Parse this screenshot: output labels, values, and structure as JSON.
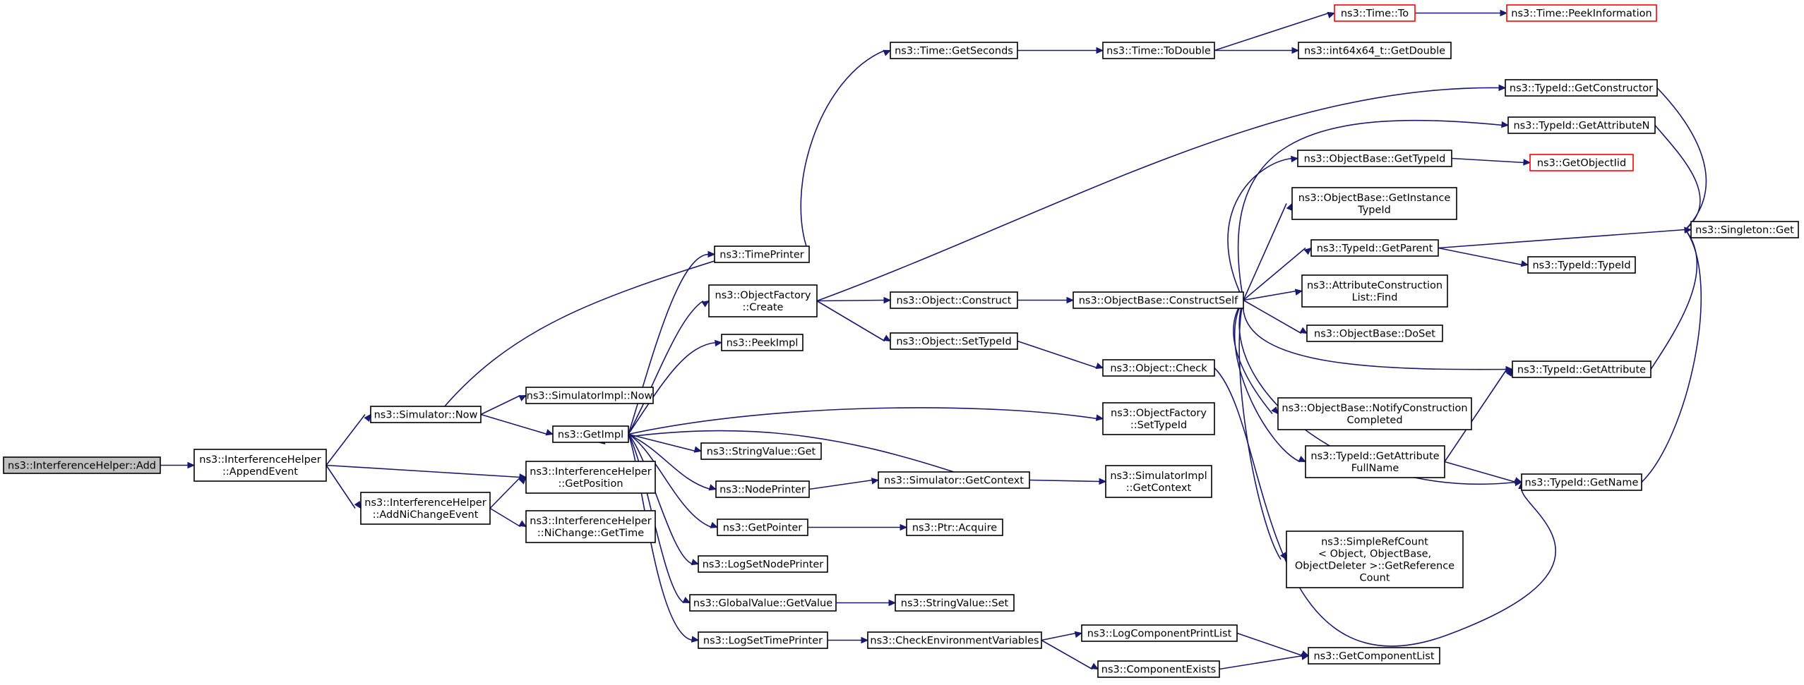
{
  "diagram": {
    "title": "",
    "colors": {
      "edge": "#191970",
      "node_border": "#000000",
      "truncated_border": "#ff0000",
      "root_fill": "#bfbfbf"
    },
    "nodes": {
      "n_add": [
        "ns3::InterferenceHelper::Add"
      ],
      "n_appendevent": [
        "ns3::InterferenceHelper",
        "::AppendEvent"
      ],
      "n_simnow": [
        "ns3::Simulator::Now"
      ],
      "n_getposition": [
        "ns3::InterferenceHelper",
        "::GetPosition"
      ],
      "n_addnichange": [
        "ns3::InterferenceHelper",
        "::AddNiChangeEvent"
      ],
      "n_nichangegettime": [
        "ns3::InterferenceHelper",
        "::NiChange::GetTime"
      ],
      "n_timeprinter": [
        "ns3::TimePrinter"
      ],
      "n_simimplnow": [
        "ns3::SimulatorImpl::Now"
      ],
      "n_getimpl": [
        "ns3::GetImpl"
      ],
      "n_objfactorycreate": [
        "ns3::ObjectFactory",
        "::Create"
      ],
      "n_peekimpl": [
        "ns3::PeekImpl"
      ],
      "n_stringvalueget": [
        "ns3::StringValue::Get"
      ],
      "n_nodeprinter": [
        "ns3::NodePrinter"
      ],
      "n_getpointer": [
        "ns3::GetPointer"
      ],
      "n_logsetnodeprinter": [
        "ns3::LogSetNodePrinter"
      ],
      "n_globalvaluegetvalue": [
        "ns3::GlobalValue::GetValue"
      ],
      "n_logsettimeprinter": [
        "ns3::LogSetTimePrinter"
      ],
      "n_timegetseconds": [
        "ns3::Time::GetSeconds"
      ],
      "n_objectconstruct": [
        "ns3::Object::Construct"
      ],
      "n_objectsettypeid": [
        "ns3::Object::SetTypeId"
      ],
      "n_simgetcontext": [
        "ns3::Simulator::GetContext"
      ],
      "n_ptracquire": [
        "ns3::Ptr::Acquire"
      ],
      "n_stringvalueset": [
        "ns3::StringValue::Set"
      ],
      "n_checkenvvars": [
        "ns3::CheckEnvironmentVariables"
      ],
      "n_timetodouble": [
        "ns3::Time::ToDouble"
      ],
      "n_objbaseconstructself": [
        "ns3::ObjectBase::ConstructSelf"
      ],
      "n_objectcheck": [
        "ns3::Object::Check"
      ],
      "n_objfactorysettypeid": [
        "ns3::ObjectFactory",
        "::SetTypeId"
      ],
      "n_simimplgetcontext": [
        "ns3::SimulatorImpl",
        "::GetContext"
      ],
      "n_logcompprintlist": [
        "ns3::LogComponentPrintList"
      ],
      "n_componentexists": [
        "ns3::ComponentExists"
      ],
      "n_timeto": [
        "ns3::Time::To"
      ],
      "n_int64getdouble": [
        "ns3::int64x64_t::GetDouble"
      ],
      "n_objbasegettypeid": [
        "ns3::ObjectBase::GetTypeId"
      ],
      "n_objbasegetinstancetypeid": [
        "ns3::ObjectBase::GetInstance",
        "TypeId"
      ],
      "n_typeidgetparent": [
        "ns3::TypeId::GetParent"
      ],
      "n_attrconstructionlistfind": [
        "ns3::AttributeConstruction",
        "List::Find"
      ],
      "n_objbasedoset": [
        "ns3::ObjectBase::DoSet"
      ],
      "n_objbasenotifyconstruction": [
        "ns3::ObjectBase::NotifyConstruction",
        "Completed"
      ],
      "n_typeidgetattrfullname": [
        "ns3::TypeId::GetAttribute",
        "FullName"
      ],
      "n_simplerefcount": [
        "ns3::SimpleRefCount",
        "< Object, ObjectBase,",
        "ObjectDeleter >::GetReference",
        "Count"
      ],
      "n_getcomponentlist": [
        "ns3::GetComponentList"
      ],
      "n_timepeekinfo": [
        "ns3::Time::PeekInformation"
      ],
      "n_typeidgetconstructor": [
        "ns3::TypeId::GetConstructor"
      ],
      "n_typeidgetattributen": [
        "ns3::TypeId::GetAttributeN"
      ],
      "n_getobjectiid": [
        "ns3::GetObjectIid"
      ],
      "n_typeidtypeid": [
        "ns3::TypeId::TypeId"
      ],
      "n_typeidgetattribute": [
        "ns3::TypeId::GetAttribute"
      ],
      "n_typeidgetname": [
        "ns3::TypeId::GetName"
      ],
      "n_singletonget": [
        "ns3::Singleton::Get"
      ]
    }
  }
}
